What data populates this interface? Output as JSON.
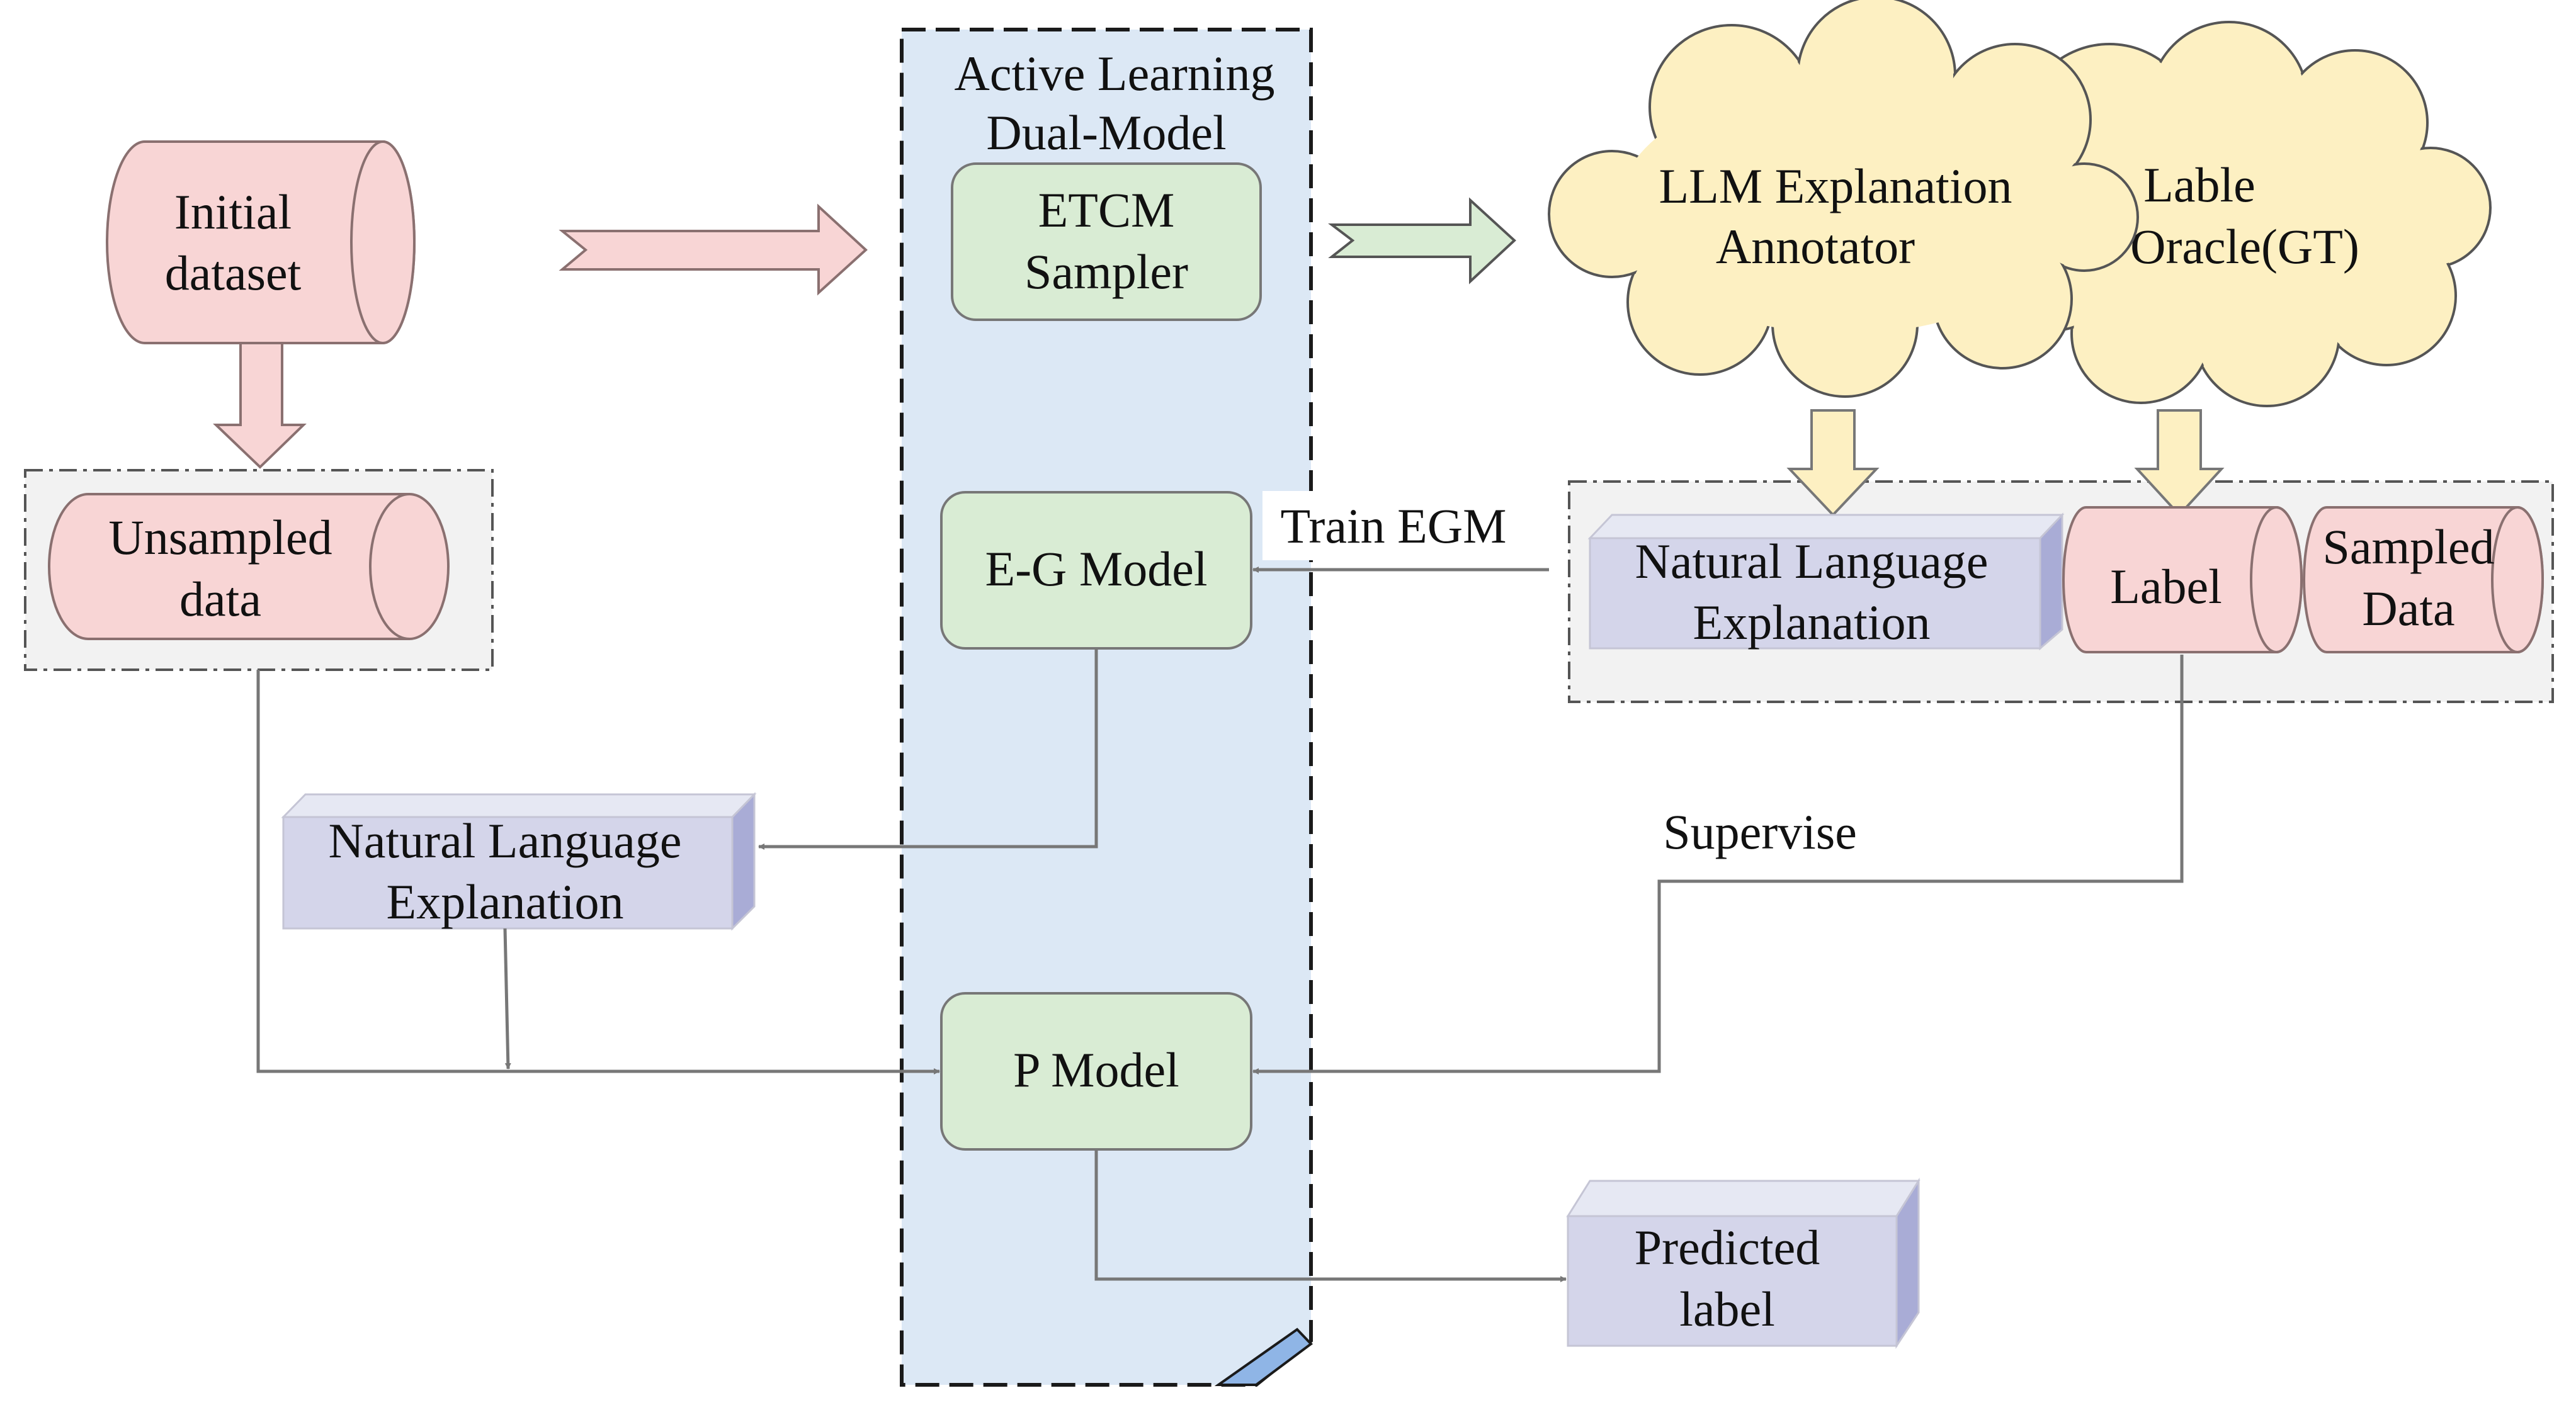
{
  "colors": {
    "pink_fill": "#f8d5d5",
    "pink_stroke": "#8a7070",
    "green_fill": "#d9ecd4",
    "green_stroke": "#777777",
    "blue_panel": "#dce8f5",
    "lavender_front": "#d4d5ea",
    "lavender_side": "#a9acd6",
    "lavender_top": "#e6e8f3",
    "cloud_fill": "#fdf0c2",
    "yellow_arrow": "#fdf0c2",
    "connector": "#777777",
    "group_fill": "#f2f2f2"
  },
  "panel": {
    "title_line1": "Active Learning",
    "title_line2": "Dual-Model"
  },
  "nodes": {
    "initial_dataset": {
      "line1": "Initial",
      "line2": "dataset"
    },
    "unsampled_data": {
      "line1": "Unsampled",
      "line2": "data"
    },
    "etcm_sampler": {
      "line1": "ETCM",
      "line2": "Sampler"
    },
    "eg_model": {
      "label": "E-G Model"
    },
    "p_model": {
      "label": "P Model"
    },
    "llm_annotator": {
      "line1": "LLM Explanation",
      "line2": "Annotator"
    },
    "label_oracle": {
      "line1": "Lable",
      "line2": "Oracle(GT)"
    },
    "nle_top": {
      "line1": "Natural Language",
      "line2": "Explanation"
    },
    "label_cyl": {
      "label": "Label"
    },
    "sampled_data": {
      "line1": "Sampled",
      "line2": "Data"
    },
    "nle_left": {
      "line1": "Natural Language",
      "line2": "Explanation"
    },
    "predicted_label": {
      "line1": "Predicted",
      "line2": "label"
    }
  },
  "edges": {
    "train_egm": "Train EGM",
    "supervise": "Supervise"
  }
}
